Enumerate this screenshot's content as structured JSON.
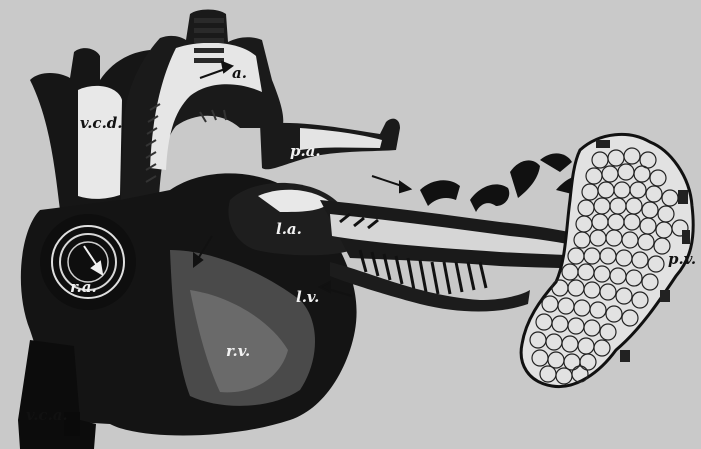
{
  "figure": {
    "background": "#c9c9c9",
    "ink": "#111111",
    "highlight": "#f2f2f2",
    "labels": {
      "vcd": "v.c.d.",
      "a": "a.",
      "pa": "p.a.",
      "la": "l.a.",
      "ra": "r.a.",
      "rv": "r.v.",
      "vca": "v.c.a.",
      "lv": "l.v.",
      "pv": "p.v."
    }
  }
}
